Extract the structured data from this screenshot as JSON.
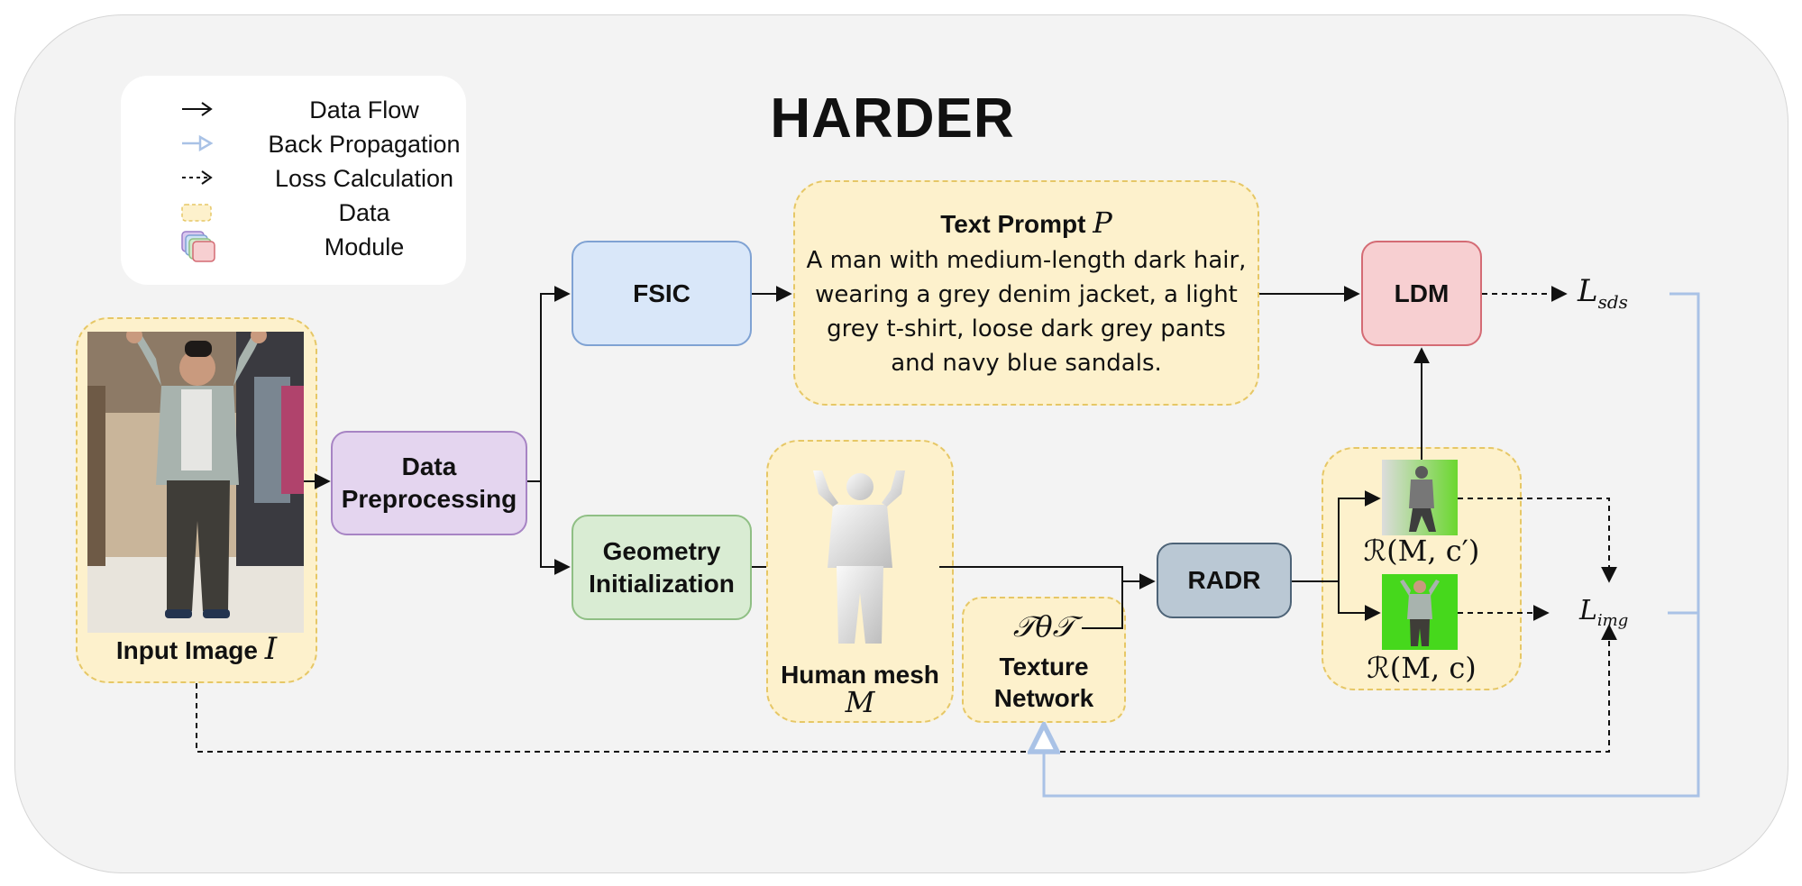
{
  "title": "HARDER",
  "legend": [
    {
      "label": "Data Flow",
      "icon": "solid-arrow-icon"
    },
    {
      "label": "Back Propagation",
      "icon": "hollow-arrow-icon"
    },
    {
      "label": "Loss Calculation",
      "icon": "dashed-arrow-icon"
    },
    {
      "label": "Data",
      "icon": "data-swatch-icon"
    },
    {
      "label": "Module",
      "icon": "module-stack-icon"
    }
  ],
  "input_image": {
    "label": "Input Image",
    "symbol": "I"
  },
  "modules": {
    "data_preprocessing": "Data\nPreprocessing",
    "fsic": "FSIC",
    "geometry_initialization": "Geometry\nInitialization",
    "ldm": "LDM",
    "radr": "RADR"
  },
  "text_prompt": {
    "heading": "Text Prompt",
    "symbol": "P",
    "text": "A man with medium-length dark hair, wearing a grey denim jacket, a light grey t-shirt, loose dark grey pants and navy blue sandals."
  },
  "human_mesh": {
    "label": "Human mesh",
    "symbol": "M"
  },
  "texture_network": {
    "symbol": "𝒯θ𝒯",
    "label": "Texture\nNetwork"
  },
  "renders": {
    "top": "ℛ(M, c′)",
    "bottom": "ℛ(M, c)"
  },
  "losses": {
    "sds": "L",
    "sds_sub": "sds",
    "img": "L",
    "img_sub": "img"
  },
  "colors": {
    "data_fill": "#fdf1cc",
    "back_propagation": "#a9c2e6",
    "green_screen": "#46d81c"
  }
}
